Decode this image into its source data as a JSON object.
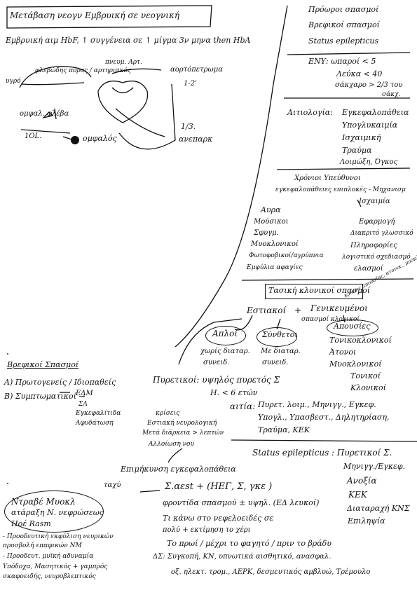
{
  "title": "Μετάβαση νεογν Εμβρυική σε νεογνική",
  "intro": "Εμβρυική αιμ HbF, ↑ συγγένεια σε ↑ μίγμα 3ν μηνα then HbA",
  "diagram": {
    "fluid": "υγρό",
    "placenta_vessels": "φλεβώδης πόρος / αρτηριακός",
    "right_vessels": "πνευμ. Αρτ.",
    "left_vessel": "αορτόπετρωμα",
    "min": "1-2'",
    "umbilical_vein": "ομφαλ. φλέβα",
    "umbilical_x": "1ΟL.",
    "navel": "ομφαλός",
    "right_label": "1/3.",
    "heart": "ανεπαρκ"
  },
  "right_top": {
    "items": [
      "Πρόωροι σπασμοί",
      "Βρεφικοί σπασμοί",
      "Status epilepticus"
    ]
  },
  "enyl": {
    "label": "ΕΝΥ: ωπαροί < 5",
    "items": [
      "Λεύκα < 40",
      "σάκχαρο > 2/3 του",
      "σάκχ."
    ]
  },
  "aitiologia": {
    "label": "Αιτιολογία:",
    "items": [
      "Εγκεφαλοπάθεια",
      "Υπογλυκαιμία",
      "Ισχαιμική",
      "Τραύμα",
      "Λοιμώξη, Όγκος"
    ]
  },
  "xronoi": {
    "title": "Χρόνιοι Υπεύθυνοι",
    "subtitle": "εγκεφαλοπάθειες επιπλοκές - Μηχανισμ",
    "right_col_head": "Ισχαιμία",
    "left_items": [
      "Αυρα",
      "Μούσικοι",
      "Σφυγμ.",
      "Μυοκλονικοί",
      "Φωτοφοβικοί/αγρύπνια",
      "Εμφύλια αφαγίες"
    ],
    "right_items": [
      "Εφαρμογή",
      "Διακριτό γλωσσικό",
      "Πληροφορίες",
      "λογιστικό σχεδιασμό",
      "ελασμοί"
    ]
  },
  "tasi_box": "Τασική κλονικοί σπασμοί",
  "branches": {
    "left_label": "Εστιακοί",
    "plus": "+",
    "right_label": "Γενικευμένοι",
    "right_sub": "σπασμοί κλονικοί",
    "far_right_note": "κρίσεις απουσίας, ατονικ., μυοκλονικ., ινφαντιλ.",
    "aplo": "Απλοί",
    "sitha": "Σύνθετοι",
    "aplo_desc": [
      "χωρίς διαταρ.",
      "συνειδ."
    ],
    "sitha_desc": [
      "Με διαταρ.",
      "συνειδ."
    ],
    "gen_oval": "Απουσίες",
    "gen_items": [
      "Τονικοκλονικοί",
      "Άτονοι",
      "Μυοκλονικοί",
      "Τονικοί",
      "Κλονικοί"
    ]
  },
  "brefikoi": {
    "title": "Βρεφικοί Σπασμοί",
    "a": "Α) Πρωτογενείς / Ιδιοπαθείς",
    "b": "Β) Συμπτωματικοί →",
    "b_items": [
      "ΕΔΜ",
      "ΣΛ",
      "Εγκεφαλίτιδα",
      "Αφυδάτωση"
    ]
  },
  "pyretikoi": {
    "label": "Πυρετικοί: υψηλός πυρετός Σ",
    "sub": "Η. < 6 ετών",
    "left_notes": [
      "κρίσεις",
      "Εστιακή νευρολογική",
      "Μετά διάρκεια > λεπτών",
      "Αλλοίωση νου"
    ],
    "aitia_label": "αιτία:",
    "aitia": [
      "Πυρετ. λοιμ., Μηνιγγ., Εγκεφ.",
      "Υπογλ., Υπασβεστ., Δηλητηρίαση,",
      "Τραύμα, ΚΕΚ"
    ]
  },
  "status_epi": {
    "label": "Status epilepticus : Πυρετικοί Σ.",
    "items": [
      "Μηνιγγ./Εγκεφ.",
      "Ανοξία",
      "ΚΕΚ",
      "Διαταραχή ΚΝΣ",
      "Επιληψία"
    ]
  },
  "treatment": {
    "top_note": "ταχύ",
    "line1": "Επιμήκυνση εγκεφαλοπάθεια",
    "formula": "Σ.αεst + (ΗΕΓ, Σ, γκε )",
    "line3": "φροντίδα σπασμού ± υψηλ. (ΕΔ λευκοί)",
    "line4": "Τι κάνω στο νεφελοειδές σε",
    "line5": "πολύ + εκτίμηση το χέρι",
    "line6": "Το πρωί / μέχρι το φαγητό / πριν το βράδυ",
    "line7": "ΔΣ: Συγκοπή, ΚΝ, υπνωτικά αισθητικό, ανασφαλ.",
    "line8": "οξ. ηλεκτ. τρομ., ΑΕΡΚ, δεσμευτικός αμβλυώ, Τρέμουλο"
  },
  "ntravet": {
    "oval": [
      "Ντραβέ Μυοκλ",
      "ατάραξη Ν. νεφρώσεως",
      "Ηοέ Rasm"
    ],
    "notes": [
      "- Προοδευτική εκφύλιση νευρικών",
      "  προσβολή επαφικών ΝΜ",
      "- Προοδευτ. μυϊκή αδυναμία",
      "Υπόδοχα, Μασητικός + γαμπρός",
      "  σκαφοειδής, νευροβλεπτικός"
    ]
  }
}
